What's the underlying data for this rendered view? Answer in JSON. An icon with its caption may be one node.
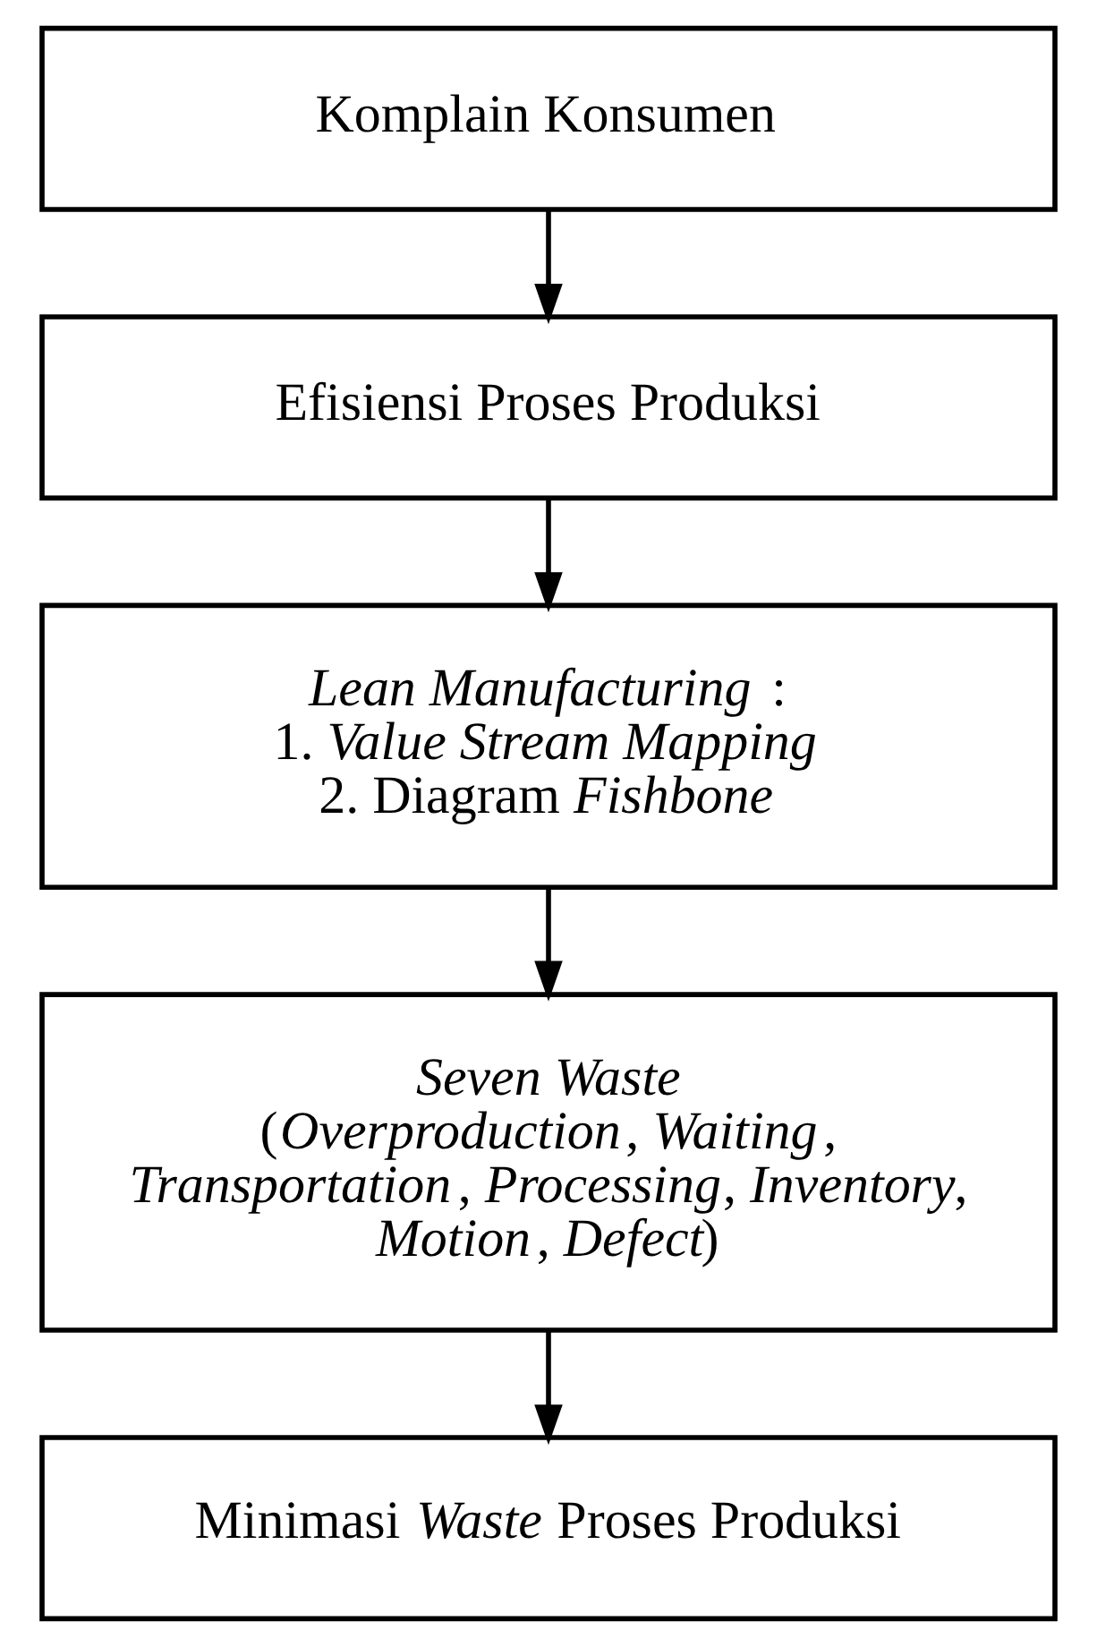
{
  "diagram": {
    "nodes": [
      {
        "text": [
          "Komplain Konsumen"
        ]
      },
      {
        "text": [
          "Efisiensi Proses Produksi"
        ]
      },
      {
        "text": [
          "*Lean Manufacturing* :",
          "1. *Value Stream Mapping*",
          "2. Diagram *Fishbone*"
        ]
      },
      {
        "text": [
          "*Seven Waste*",
          "(*Overproduction*, *Waiting*, *Transportation*, *Processing*, *Inventory*, *Motion*, *Defect*)"
        ]
      },
      {
        "text": [
          "Minimasi *Waste* Proses Produksi"
        ]
      }
    ],
    "edges": [
      {
        "from": 0,
        "to": 1,
        "arrow": "to"
      },
      {
        "from": 1,
        "to": 2,
        "arrow": "to"
      },
      {
        "from": 2,
        "to": 3,
        "arrow": "to"
      },
      {
        "from": 3,
        "to": 4,
        "arrow": "to"
      }
    ]
  }
}
